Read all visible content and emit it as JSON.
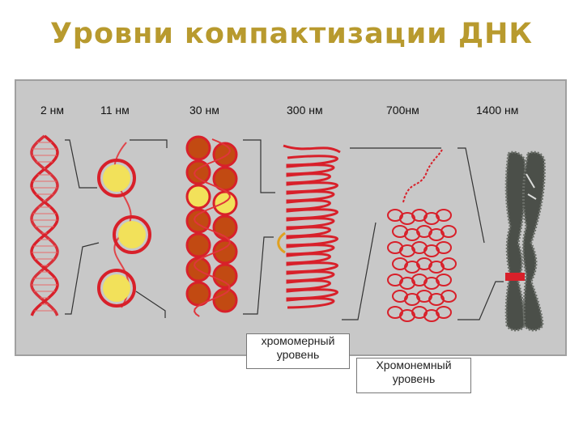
{
  "title": "Уровни компактизации ДНК",
  "scale_labels": [
    "2 нм",
    "11 нм",
    "30 нм",
    "300 нм",
    "700нм",
    "1400 нм"
  ],
  "boxes": {
    "chromomere": {
      "line1": "хромомерный",
      "line2": "уровень"
    },
    "chromonema": {
      "line1": "Хромонемный",
      "line2": "уровень"
    }
  },
  "colors": {
    "title": "#b89a2e",
    "panel": "#c8c8c8",
    "dna_red": "#d8202a",
    "nucleosome_yellow": "#f2e15a",
    "fiber_brown": "#c24a12",
    "chromosome_gray": "#4b4f49"
  }
}
